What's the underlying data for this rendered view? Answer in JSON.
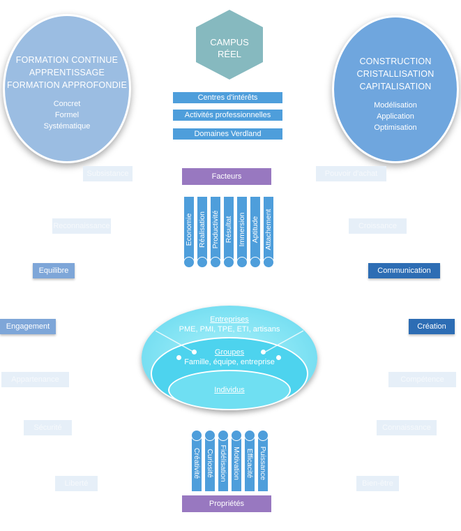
{
  "left_circle": {
    "headings": [
      "FORMATION CONTINUE",
      "APPRENTISSAGE",
      "FORMATION APPROFONDIE"
    ],
    "subs": [
      "Concret",
      "Formel",
      "Systématique"
    ]
  },
  "right_circle": {
    "headings": [
      "CONSTRUCTION",
      "CRISTALLISATION",
      "CAPITALISATION"
    ],
    "subs": [
      "Modélisation",
      "Application",
      "Optimisation"
    ]
  },
  "hexagon": {
    "line1": "CAMPUS",
    "line2": "RÉEL"
  },
  "center_labels": [
    "Centres d'intérêts",
    "Activités professionnelles",
    "Domaines Verdland"
  ],
  "facteurs": {
    "title": "Facteurs",
    "bars": [
      "Economie",
      "Réalisation",
      "Productivité",
      "Résultat",
      "Immersion",
      "Aptitude",
      "Attachement"
    ]
  },
  "proprietes": {
    "title": "Propriétés",
    "bars": [
      "Créativité",
      "Curiosité",
      "Fidélisation",
      "Motivation",
      "Efficacité",
      "Puissance"
    ]
  },
  "ellipse": {
    "outer_title": "Entreprises",
    "outer_sub": "PME, PMI, TPE, ETI, artisans",
    "mid_title": "Groupes",
    "mid_sub": "Famille, équipe, entreprise",
    "inner_title": "Individus"
  },
  "left_side": [
    {
      "label": "Subsistance",
      "style": "faint"
    },
    {
      "label": "Reconnaissance",
      "style": "faint"
    },
    {
      "label": "Equilibre",
      "style": "mid"
    },
    {
      "label": "Engagement",
      "style": "mid"
    },
    {
      "label": "Appartenance",
      "style": "faint"
    },
    {
      "label": "Sécurité",
      "style": "faint"
    },
    {
      "label": "Liberté",
      "style": "faint"
    }
  ],
  "right_side": [
    {
      "label": "Pouvoir d'achat",
      "style": "faint"
    },
    {
      "label": "Croissance",
      "style": "faint"
    },
    {
      "label": "Communication",
      "style": "dark"
    },
    {
      "label": "Création",
      "style": "dark"
    },
    {
      "label": "Compétence",
      "style": "faint"
    },
    {
      "label": "Connaissance",
      "style": "faint"
    },
    {
      "label": "Bien-être",
      "style": "faint"
    }
  ],
  "colors": {
    "blue": "#4e9edb",
    "purple": "#9878c0",
    "hexagon": "#86b9bf",
    "left_circle": "#9bbde2",
    "right_circle": "#6fa6de",
    "cyan": "#4dd3ee"
  }
}
